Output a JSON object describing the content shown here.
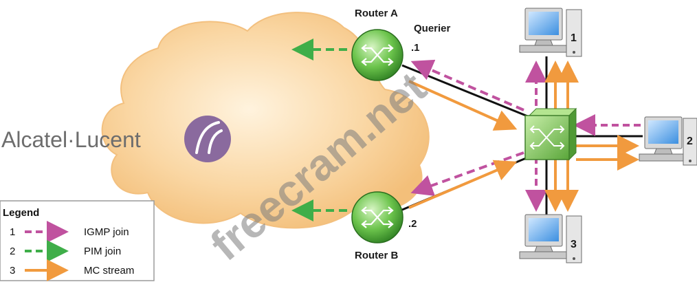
{
  "brand": {
    "name": "Alcatel·Lucent"
  },
  "routers": {
    "a": {
      "name": "Router A",
      "role": "Querier",
      "interface": ".1"
    },
    "b": {
      "name": "Router B",
      "interface": ".2"
    }
  },
  "hosts": [
    {
      "label": "1"
    },
    {
      "label": "2"
    },
    {
      "label": "3"
    }
  ],
  "legend": {
    "title": "Legend",
    "items": [
      {
        "number": "1",
        "label": "IGMP join",
        "color": "#c0529f"
      },
      {
        "number": "2",
        "label": "PIM join",
        "color": "#3fae49"
      },
      {
        "number": "3",
        "label": "MC stream",
        "color": "#f19a3e"
      }
    ]
  },
  "watermark": "freecram.net",
  "colors": {
    "router": "#5fbf4a",
    "switch": "#7ec85a",
    "cloud": "#f7c98a"
  }
}
